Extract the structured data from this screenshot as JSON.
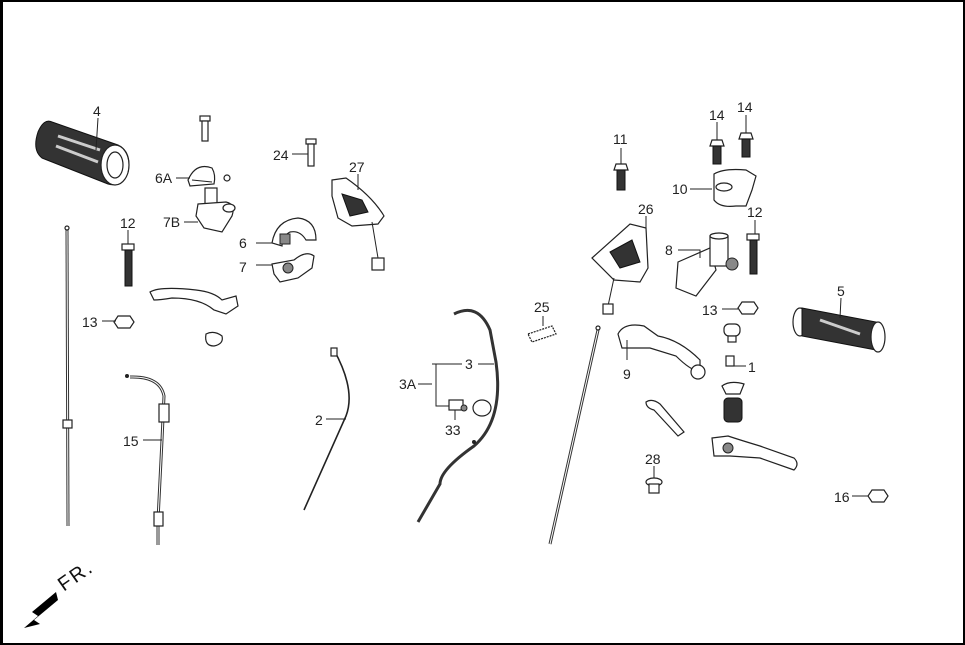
{
  "diagram": {
    "type": "exploded-parts-diagram",
    "subject": "motorcycle handlebar controls, levers, grips and cables",
    "direction_indicator": {
      "label": "FR.",
      "icon": "front-direction-arrow"
    },
    "callouts": [
      {
        "id": "4",
        "label": "4",
        "part": "left handlebar grip"
      },
      {
        "id": "6A",
        "label": "6A",
        "part": "switch housing cover"
      },
      {
        "id": "7B",
        "label": "7B",
        "part": "clutch lever holder"
      },
      {
        "id": "6",
        "label": "6",
        "part": "switch housing upper"
      },
      {
        "id": "7",
        "label": "7",
        "part": "switch housing lower"
      },
      {
        "id": "24",
        "label": "24",
        "part": "bolt"
      },
      {
        "id": "27",
        "label": "27",
        "part": "left handlebar switch"
      },
      {
        "id": "12a",
        "label": "12",
        "part": "pivot bolt (left)"
      },
      {
        "id": "13a",
        "label": "13",
        "part": "nut (left)"
      },
      {
        "id": "15",
        "label": "15",
        "part": "throttle cable"
      },
      {
        "id": "2",
        "label": "2",
        "part": "cable"
      },
      {
        "id": "3",
        "label": "3",
        "part": "clutch cable"
      },
      {
        "id": "3A",
        "label": "3A",
        "part": "clutch cable assembly"
      },
      {
        "id": "33",
        "label": "33",
        "part": "cable clamp"
      },
      {
        "id": "25",
        "label": "25",
        "part": "rubber block"
      },
      {
        "id": "11",
        "label": "11",
        "part": "bolt"
      },
      {
        "id": "14a",
        "label": "14",
        "part": "bolt"
      },
      {
        "id": "14b",
        "label": "14",
        "part": "bolt"
      },
      {
        "id": "10",
        "label": "10",
        "part": "throttle housing upper"
      },
      {
        "id": "26",
        "label": "26",
        "part": "right handlebar switch"
      },
      {
        "id": "8",
        "label": "8",
        "part": "front brake master cylinder"
      },
      {
        "id": "12b",
        "label": "12",
        "part": "pivot bolt (right)"
      },
      {
        "id": "13b",
        "label": "13",
        "part": "nut (right)"
      },
      {
        "id": "5",
        "label": "5",
        "part": "right handlebar grip"
      },
      {
        "id": "9",
        "label": "9",
        "part": "front brake lever"
      },
      {
        "id": "1",
        "label": "1",
        "part": "lever adjuster"
      },
      {
        "id": "28",
        "label": "28",
        "part": "clip"
      },
      {
        "id": "16",
        "label": "16",
        "part": "nut"
      }
    ]
  },
  "labels": {
    "l4": "4",
    "l6A": "6A",
    "l7B": "7B",
    "l6": "6",
    "l7": "7",
    "l24": "24",
    "l27": "27",
    "l12a": "12",
    "l13a": "13",
    "l15": "15",
    "l2": "2",
    "l3": "3",
    "l3A": "3A",
    "l33": "33",
    "l25": "25",
    "l11": "11",
    "l14a": "14",
    "l14b": "14",
    "l10": "10",
    "l26": "26",
    "l8": "8",
    "l12b": "12",
    "l13b": "13",
    "l5": "5",
    "l9": "9",
    "l1": "1",
    "l28": "28",
    "l16": "16",
    "fr": "FR."
  },
  "colors": {
    "line": "#222222",
    "background": "#ffffff",
    "frame": "#000000"
  }
}
